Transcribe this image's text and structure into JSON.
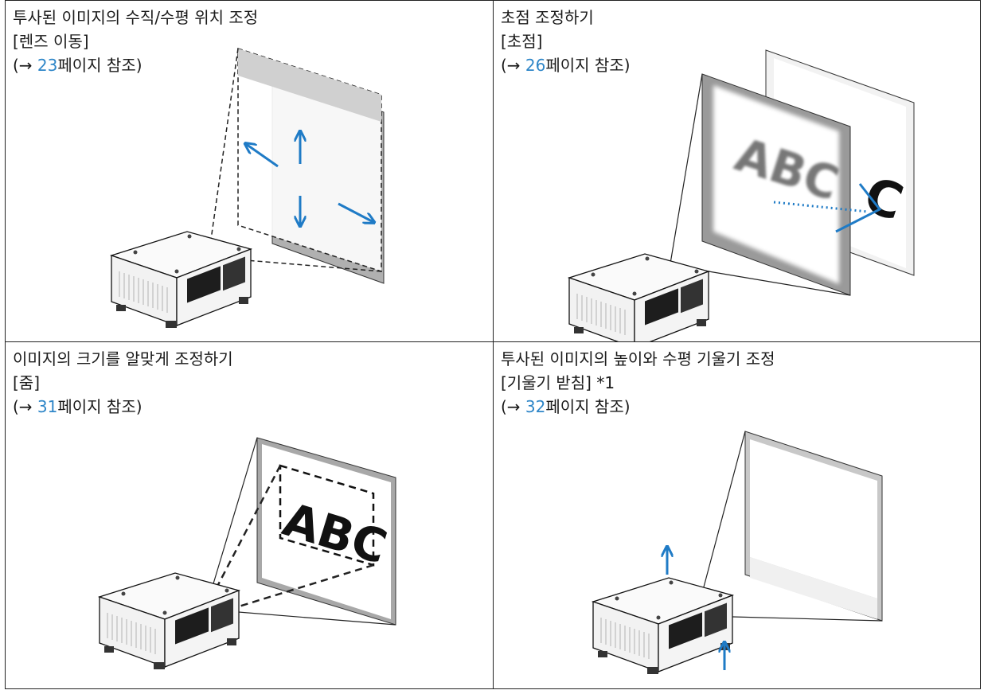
{
  "panels": [
    {
      "title": "투사된 이미지의 수직/수평 위치 조정",
      "subtitle": "[렌즈 이동]",
      "ref_prefix": "(→ ",
      "ref_page": "23",
      "ref_suffix": "페이지 참조)"
    },
    {
      "title": "초점 조정하기",
      "subtitle": "[초점]",
      "ref_prefix": "(→ ",
      "ref_page": "26",
      "ref_suffix": "페이지 참조)",
      "image_text": "ABC",
      "image_text_back": "C"
    },
    {
      "title": "이미지의 크기를 알맞게 조정하기",
      "subtitle": "[줌]",
      "ref_prefix": "(→ ",
      "ref_page": "31",
      "ref_suffix": "페이지 참조)",
      "image_text": "ABC"
    },
    {
      "title": "투사된 이미지의 높이와 수평 기울기 조정",
      "subtitle": "[기울기 받침] *1",
      "ref_prefix": "(→ ",
      "ref_page": "32",
      "ref_suffix": "페이지 참조)"
    }
  ],
  "colors": {
    "accent": "#2e86c8",
    "arrow": "#1f7bc6",
    "line": "#222222",
    "screen_gray": "#a8a8a8"
  }
}
